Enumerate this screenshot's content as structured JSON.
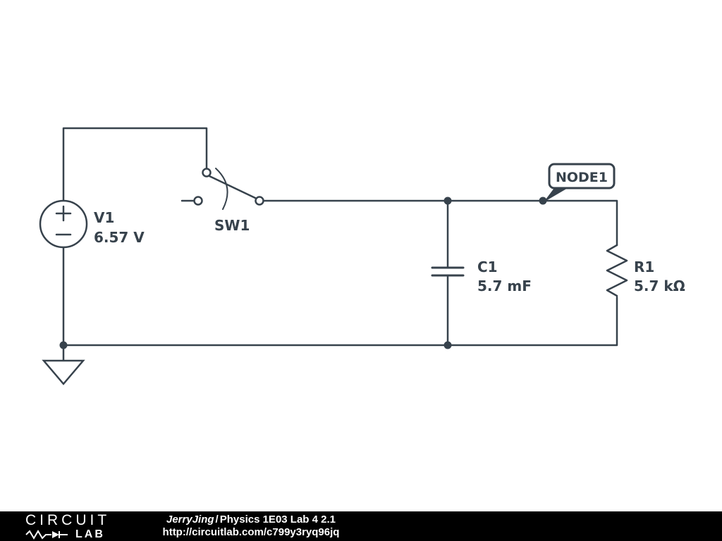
{
  "colors": {
    "wire": "#37424c",
    "background": "#ffffff",
    "footer_bg": "#000000",
    "footer_text": "#ffffff"
  },
  "schematic": {
    "voltage_source": {
      "ref": "V1",
      "value": "6.57 V"
    },
    "switch": {
      "ref": "SW1"
    },
    "capacitor": {
      "ref": "C1",
      "value": "5.7 mF"
    },
    "resistor": {
      "ref": "R1",
      "value": "5.7 kΩ"
    },
    "node_label": "NODE1"
  },
  "footer": {
    "logo_top": "CIRCUIT",
    "logo_bottom": "LAB",
    "author": "JerryJing",
    "separator": "/",
    "title": "Physics 1E03 Lab 4 2.1",
    "url": "http://circuitlab.com/c799y3ryq96jq"
  }
}
